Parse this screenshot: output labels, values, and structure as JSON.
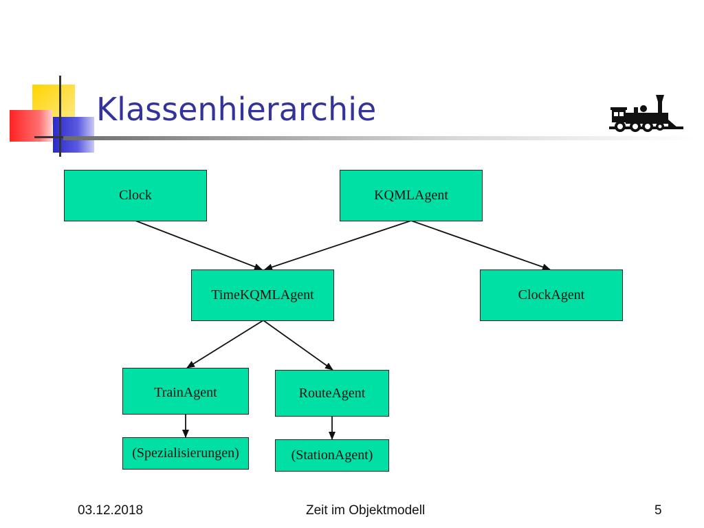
{
  "slide": {
    "title": "Klassenhierarchie"
  },
  "diagram": {
    "nodes": {
      "clock": "Clock",
      "kqmlagent": "KQMLAgent",
      "timekqmlagent": "TimeKQMLAgent",
      "clockagent": "ClockAgent",
      "trainagent": "TrainAgent",
      "routeagent": "RouteAgent",
      "spezialisierungen": "(Spezialisierungen)",
      "stationagent": "(StationAgent)"
    },
    "edges": [
      {
        "from": "Clock",
        "to": "TimeKQMLAgent"
      },
      {
        "from": "KQMLAgent",
        "to": "TimeKQMLAgent"
      },
      {
        "from": "KQMLAgent",
        "to": "ClockAgent"
      },
      {
        "from": "TimeKQMLAgent",
        "to": "TrainAgent"
      },
      {
        "from": "TimeKQMLAgent",
        "to": "RouteAgent"
      },
      {
        "from": "TrainAgent",
        "to": "(Spezialisierungen)"
      },
      {
        "from": "RouteAgent",
        "to": "(StationAgent)"
      }
    ],
    "node_fill": "#00e0a4"
  },
  "footer": {
    "date": "03.12.2018",
    "subject": "Zeit im Objektmodell",
    "page": "5"
  },
  "colors": {
    "title": "#333399",
    "accent_yellow": "#ffcc00",
    "accent_red": "#ff3333",
    "accent_blue": "#3333cc"
  },
  "icons": {
    "logo": "locomotive-icon"
  }
}
